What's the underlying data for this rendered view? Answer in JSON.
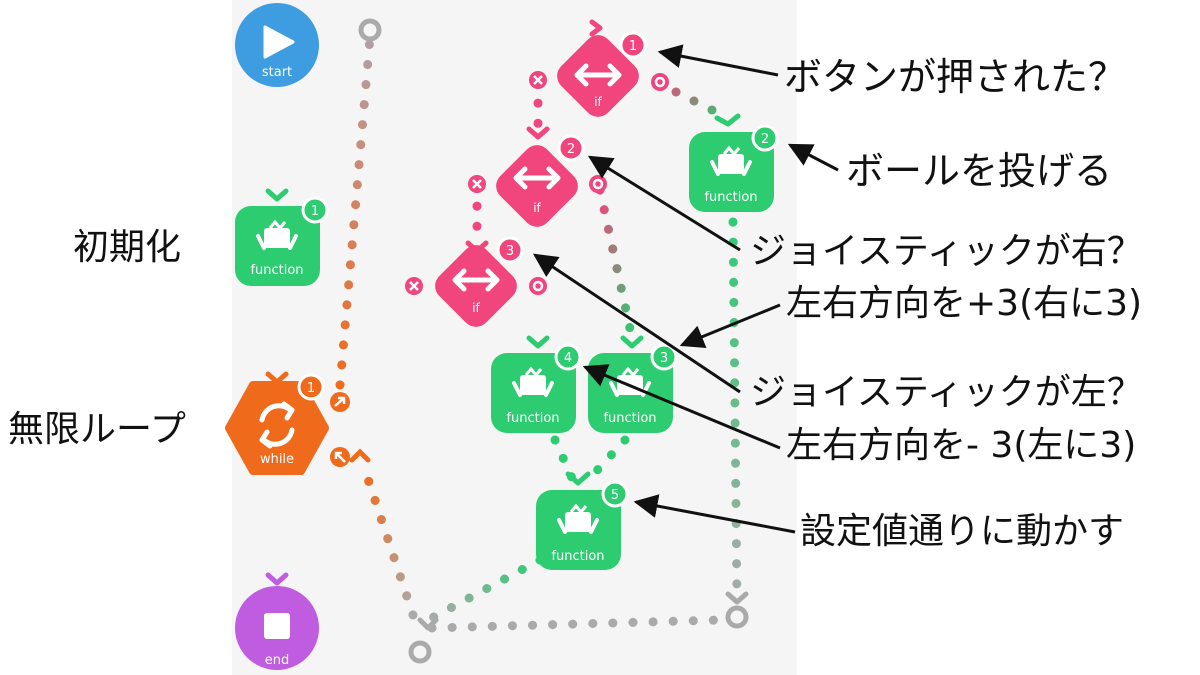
{
  "colors": {
    "start": "#3d9de0",
    "function": "#2ecc71",
    "if": "#f0457d",
    "while": "#f06a1c",
    "end": "#c05ce0",
    "annotation": "#111111"
  },
  "nodes": {
    "start": {
      "label": "start",
      "icon": "play-icon"
    },
    "init_function": {
      "label": "function",
      "badge": "1",
      "icon": "robot-icon"
    },
    "while_loop": {
      "label": "while",
      "badge": "1",
      "icon": "loop-icon"
    },
    "end": {
      "label": "end",
      "icon": "stop-icon"
    },
    "if1": {
      "label": "if",
      "badge": "1",
      "icon": "left-right-arrow-icon"
    },
    "if2": {
      "label": "if",
      "badge": "2",
      "icon": "left-right-arrow-icon"
    },
    "if3": {
      "label": "if",
      "badge": "3",
      "icon": "left-right-arrow-icon"
    },
    "function2": {
      "label": "function",
      "badge": "2",
      "icon": "robot-icon"
    },
    "function3": {
      "label": "function",
      "badge": "3",
      "icon": "robot-icon"
    },
    "function4": {
      "label": "function",
      "badge": "4",
      "icon": "robot-icon"
    },
    "function5": {
      "label": "function",
      "badge": "5",
      "icon": "robot-icon"
    }
  },
  "annotations": {
    "init": "初期化",
    "loop": "無限ループ",
    "button_pressed": "ボタンが押された？",
    "throw_ball": "ボールを投げる",
    "joystick_right": "ジョイスティックが右？",
    "set_right": "左右方向を+3(右に3)",
    "joystick_left": "ジョイスティックが左？",
    "set_left": "左右方向を- 3(左に3)",
    "move": "設定値通りに動かす"
  }
}
